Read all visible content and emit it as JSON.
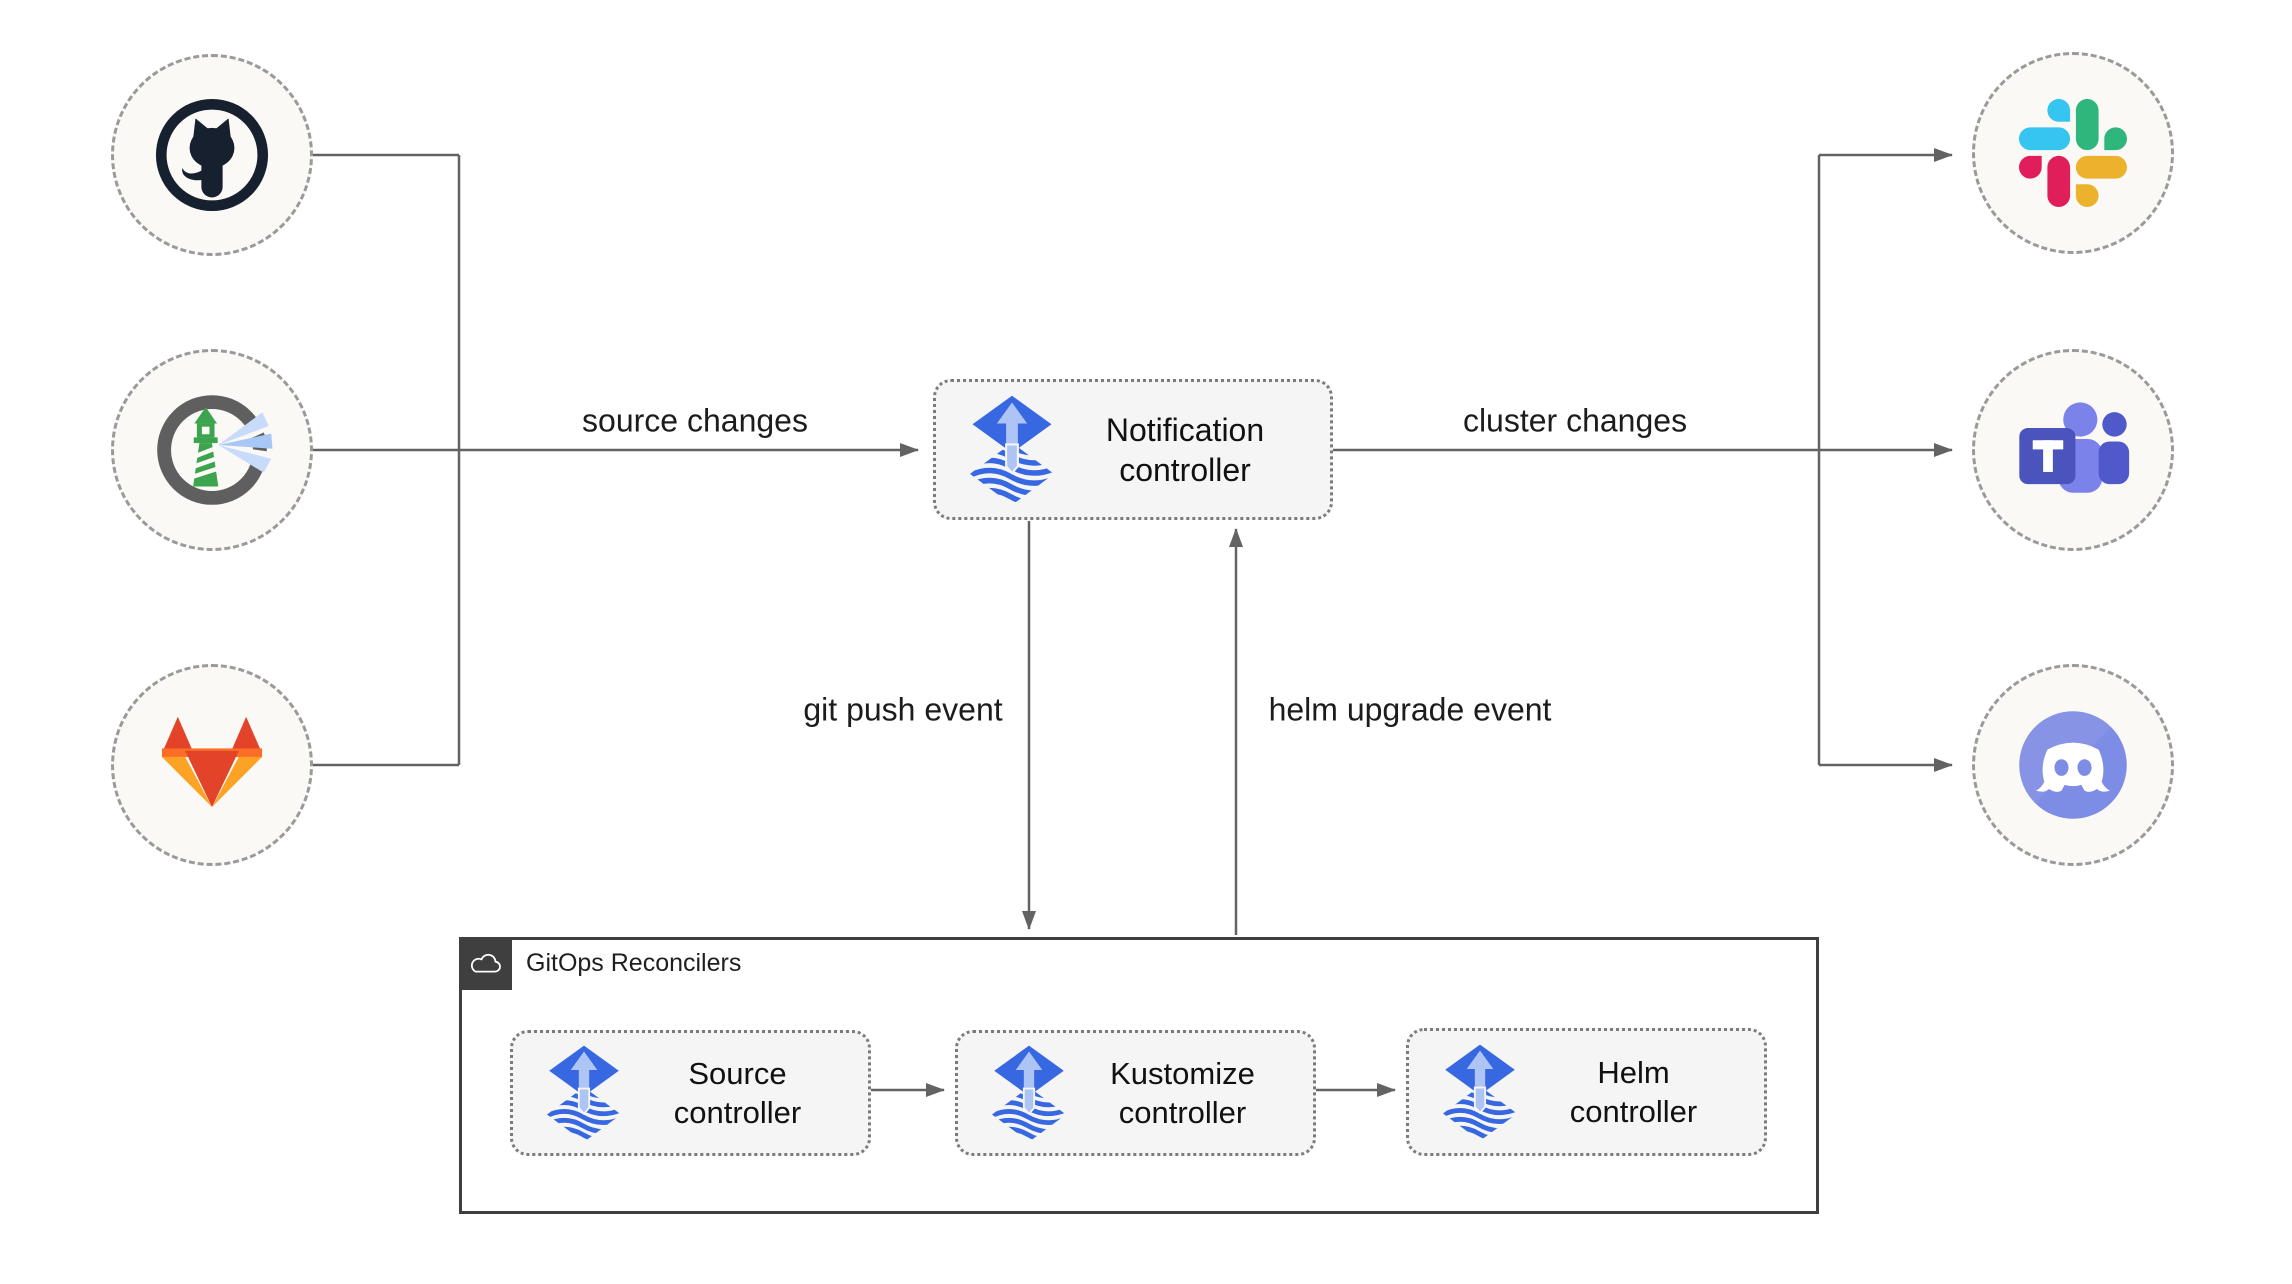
{
  "labels": {
    "source_changes": "source changes",
    "cluster_changes": "cluster changes",
    "git_push_event": "git push event",
    "helm_upgrade_event": "helm upgrade event"
  },
  "notification": {
    "line1": "Notification",
    "line2": "controller",
    "icon": "flux-icon"
  },
  "reconcilers": {
    "title": "GitOps Reconcilers",
    "badge_icon": "cloud-icon",
    "boxes": [
      {
        "line1": "Source",
        "line2": "controller",
        "icon": "flux-icon"
      },
      {
        "line1": "Kustomize",
        "line2": "controller",
        "icon": "flux-icon"
      },
      {
        "line1": "Helm",
        "line2": "controller",
        "icon": "flux-icon"
      }
    ]
  },
  "nodes": {
    "sources": [
      {
        "icon": "github-icon"
      },
      {
        "icon": "harbor-icon"
      },
      {
        "icon": "gitlab-icon"
      }
    ],
    "targets": [
      {
        "icon": "slack-icon"
      },
      {
        "icon": "teams-icon"
      },
      {
        "icon": "discord-icon"
      }
    ]
  },
  "colors": {
    "connector": "#636363",
    "dashed_circle_border": "#9a9a9a",
    "circle_fill": "#FAF9F6",
    "box_fill": "#F5F5F5",
    "group_border": "#3F3F3F",
    "flux_blue": "#3768E2",
    "flux_light_blue": "#ADC4F4",
    "github_dark": "#17202E",
    "harbor_green": "#3CA44E",
    "harbor_gray": "#5F5F5F",
    "harbor_beam": "#A8C7F7",
    "gitlab_red": "#E24329",
    "gitlab_orange": "#FC6D26",
    "gitlab_yellow": "#FCA326",
    "slack_blue": "#36C5F0",
    "slack_green": "#2EB67D",
    "slack_yellow": "#ECB22E",
    "slack_pink": "#E01E5A",
    "teams_dark": "#4B53BC",
    "teams_mid": "#5059C9",
    "teams_light": "#7B83EB",
    "discord_blurple": "#7D8CE4"
  }
}
